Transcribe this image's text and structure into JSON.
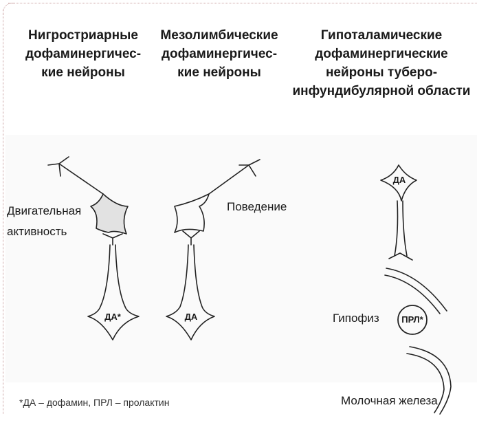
{
  "headings": {
    "nigrostriatal": [
      "Нигростриарные",
      "дофаминергичес-",
      "кие нейроны"
    ],
    "mesolimbic": [
      "Мезолимбические",
      "дофаминергичес-",
      "кие нейроны"
    ],
    "hypothalamic": [
      "Гипоталамические",
      "дофаминергические",
      "нейроны туберо-",
      "инфундибулярной области"
    ]
  },
  "labels": {
    "motor_activity_line1": "Двигательная",
    "motor_activity_line2": "активность",
    "behavior": "Поведение",
    "pituitary": "Гипофиз",
    "mammary_gland": "Молочная железа",
    "footnote": "*ДА – дофамин, ПРЛ – пролактин"
  },
  "markers": {
    "da_star": "ДА*",
    "da_mid": "ДА",
    "da_hypo": "ДА",
    "prl_star": "ПРЛ*"
  }
}
